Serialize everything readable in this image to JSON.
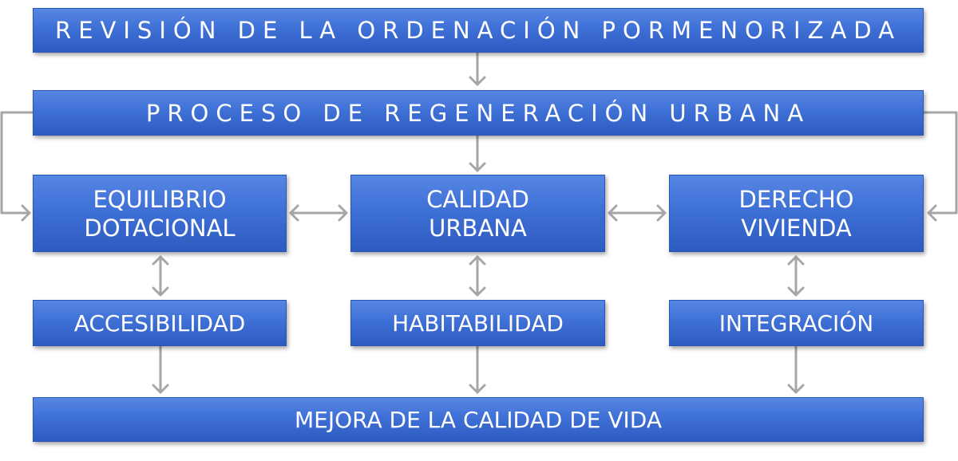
{
  "diagram": {
    "top_box": "REVISIÓN DE LA ORDENACIÓN PORMENORIZADA",
    "process_box": "PROCESO DE REGENERACIÓN URBANA",
    "pillars": [
      {
        "line1": "EQUILIBRIO",
        "line2": "DOTACIONAL"
      },
      {
        "line1": "CALIDAD",
        "line2": "URBANA"
      },
      {
        "line1": "DERECHO",
        "line2": "VIVIENDA"
      }
    ],
    "outcomes": [
      "ACCESIBILIDAD",
      "HABITABILIDAD",
      "INTEGRACIÓN"
    ],
    "bottom_box": "MEJORA DE LA CALIDAD DE VIDA"
  },
  "colors": {
    "box_fill": "#3f70d6",
    "box_border": "#2a55b3",
    "box_text": "#ffffff",
    "connector": "#a6a6a6"
  }
}
